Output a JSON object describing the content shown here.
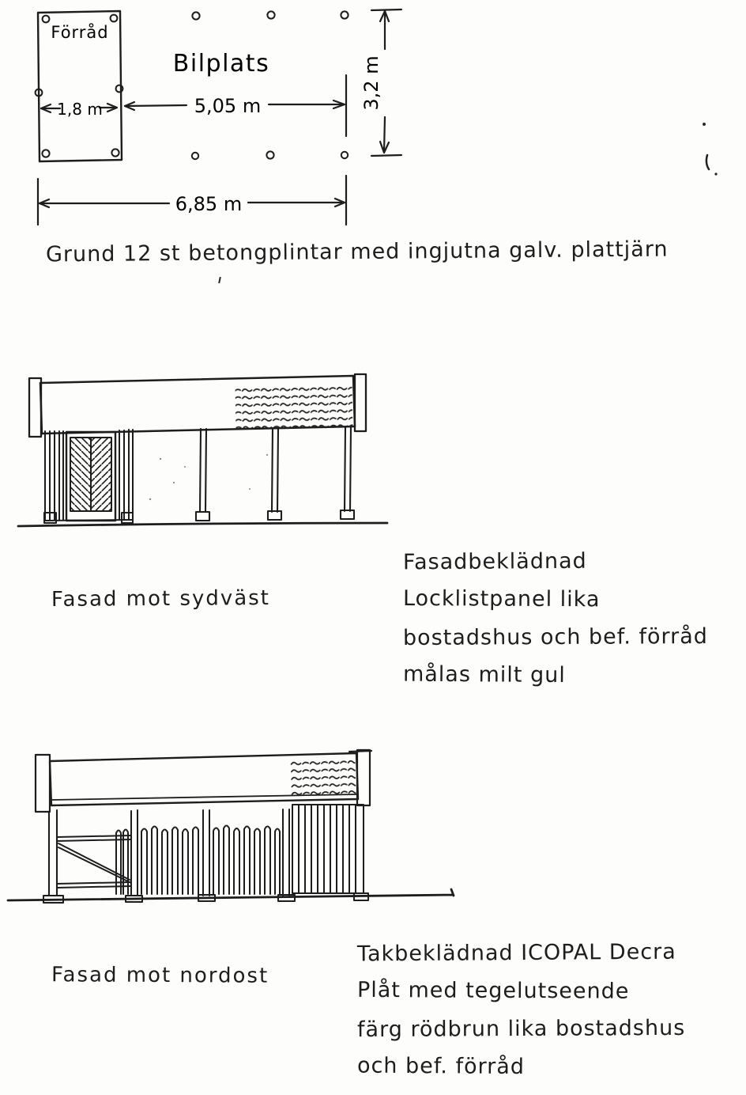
{
  "document": {
    "ink": "#1d1d1d",
    "paper": "#fdfdfc"
  },
  "plan_view": {
    "storage_label": "Förråd",
    "carport_label": "Bilplats",
    "dims": {
      "storage_width": "1,8 m",
      "carport_width": "5,05 m",
      "depth": "3,2 m",
      "total_width": "6,85 m"
    },
    "caption": "Grund 12 st betongplintar med ingjutna galv. plattjärn"
  },
  "elevation_southwest": {
    "label": "Fasad mot sydväst",
    "notes": [
      "Fasadbeklädnad",
      "Locklistpanel lika",
      "bostadshus och bef. förråd",
      "målas milt gul"
    ]
  },
  "elevation_northeast": {
    "label": "Fasad mot nordost",
    "notes": [
      "Takbeklädnad ICOPAL Decra",
      "Plåt med tegelutseende",
      "färg rödbrun lika bostadshus",
      "och bef. förråd"
    ]
  }
}
